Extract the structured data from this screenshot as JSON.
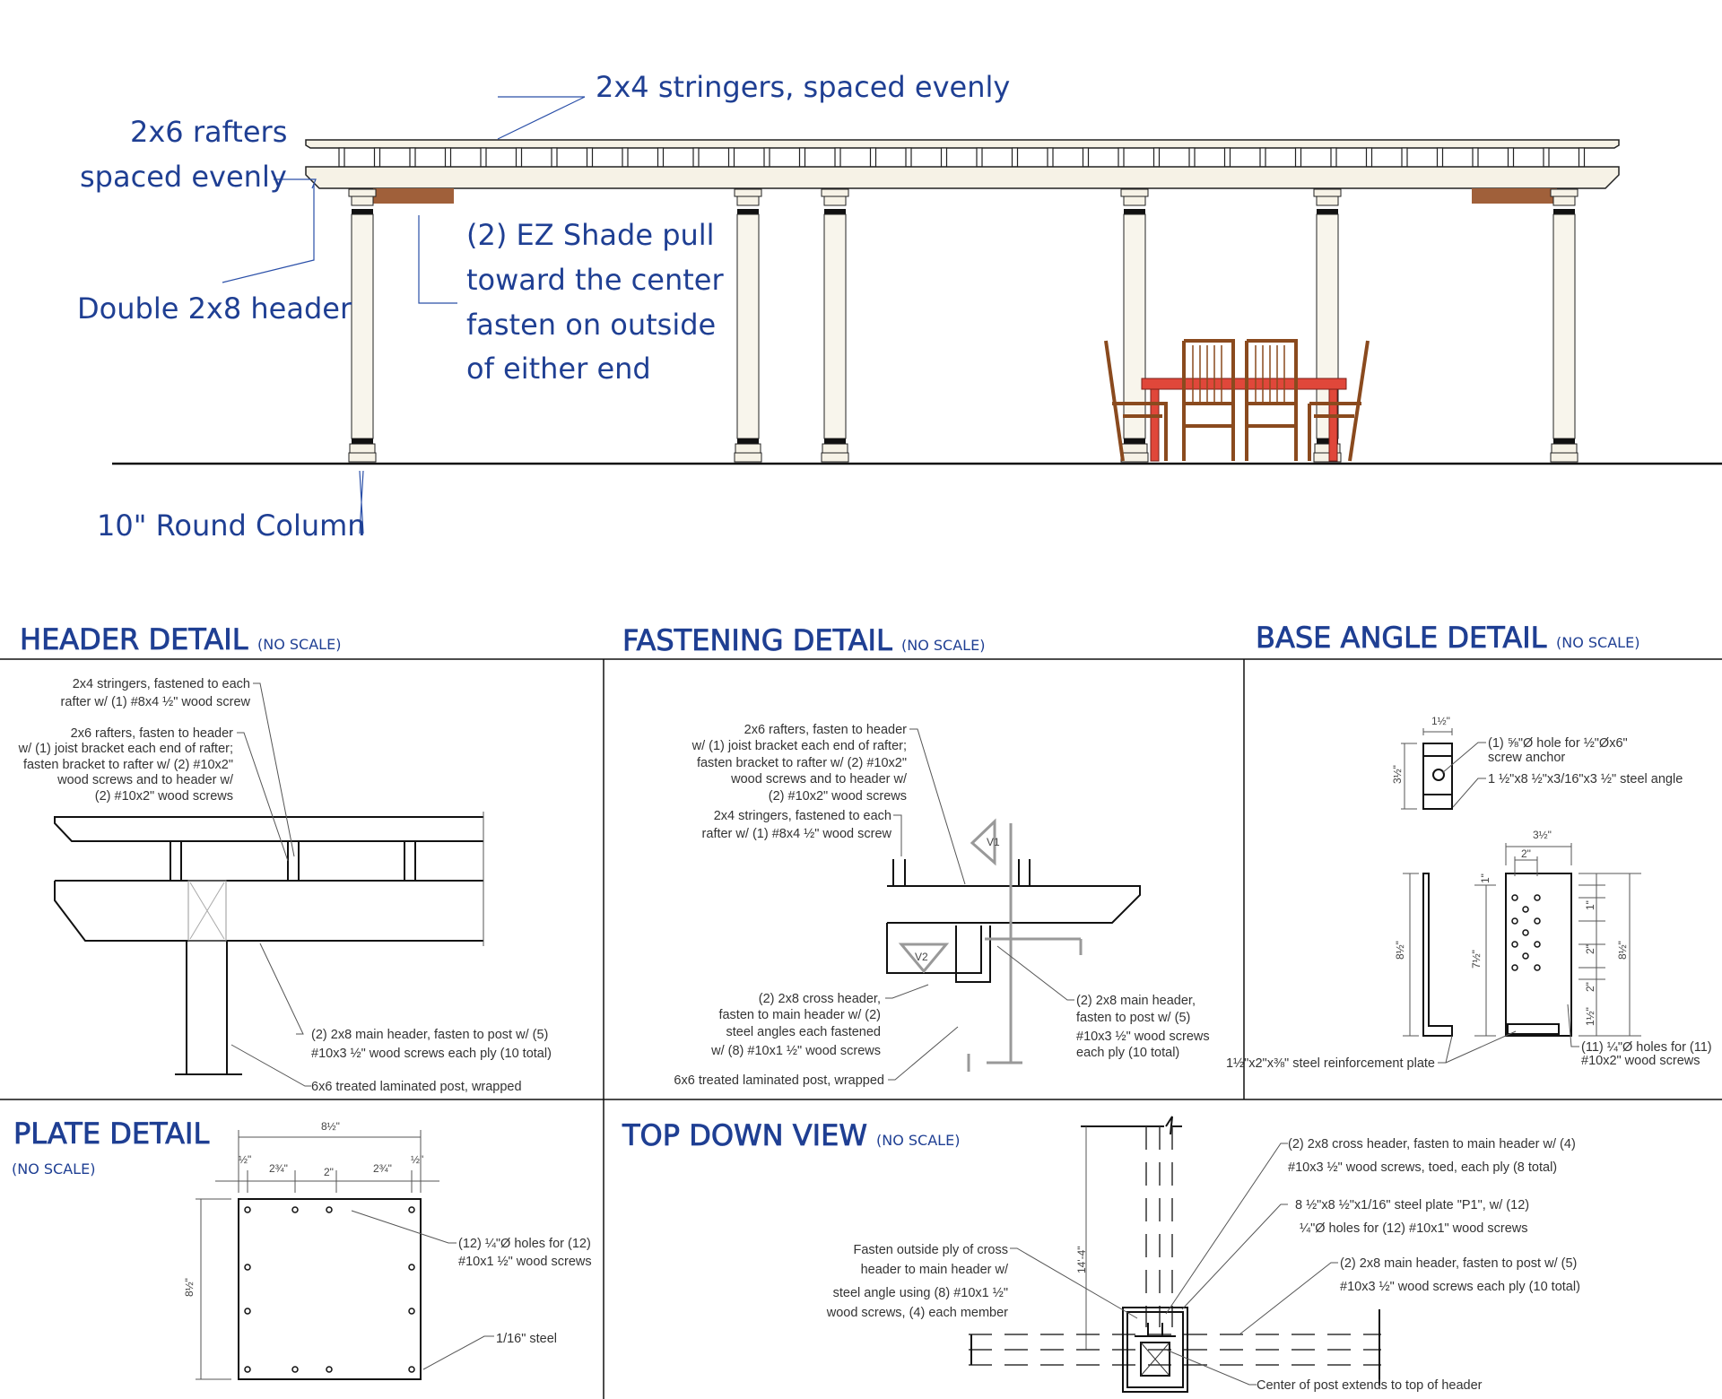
{
  "elevation": {
    "stringers_label": "2x4 stringers, spaced evenly",
    "rafters_label_1": "2x6 rafters",
    "rafters_label_2": "spaced evenly",
    "header_label": "Double 2x8 header",
    "shade_label": [
      "(2) EZ Shade pull",
      "toward the center",
      "fasten on outside",
      "of either end"
    ],
    "column_label": "10\" Round Column"
  },
  "sections": {
    "header_detail": {
      "title": "HEADER DETAIL",
      "scale": "(NO SCALE)"
    },
    "fastening_detail": {
      "title": "FASTENING DETAIL",
      "scale": "(NO SCALE)"
    },
    "base_angle_detail": {
      "title": "BASE ANGLE DETAIL",
      "scale": "(NO SCALE)"
    },
    "plate_detail": {
      "title": "PLATE DETAIL",
      "scale": "(NO SCALE)"
    },
    "top_down_view": {
      "title": "TOP DOWN VIEW",
      "scale": "(NO SCALE)"
    }
  },
  "header_detail_notes": {
    "stringers": [
      "2x4 stringers, fastened to each",
      "rafter w/ (1) #8x4 ½\" wood screw"
    ],
    "rafters": [
      "2x6 rafters, fasten to header",
      "w/ (1) joist bracket each end of rafter;",
      "fasten bracket to rafter w/ (2) #10x2\"",
      "wood screws and  to header w/",
      "(2)  #10x2\" wood screws"
    ],
    "main_header": [
      "(2) 2x8 main header, fasten to post w/ (5)",
      "#10x3 ½\" wood screws each ply (10 total)"
    ],
    "post": "6x6 treated laminated post, wrapped"
  },
  "fastening_detail_notes": {
    "rafters": [
      "2x6 rafters, fasten to header",
      "w/ (1) joist bracket each end of rafter;",
      "fasten bracket to rafter w/ (2) #10x2\"",
      "wood screws and  to header w/",
      "(2)  #10x2\" wood screws"
    ],
    "stringers": [
      "2x4 stringers, fastened to each",
      "rafter w/ (1) #8x4 ½\" wood screw"
    ],
    "cross_header": [
      "(2) 2x8 cross header,",
      "fasten to main header w/ (2)",
      "steel angles each fastened",
      "w/ (8) #10x1 ½\" wood screws"
    ],
    "post": "6x6 treated laminated post, wrapped",
    "main_header": [
      "(2) 2x8 main header,",
      "fasten to post w/ (5)",
      "#10x3 ½\" wood screws",
      "each ply (10 total)"
    ],
    "view_markers": [
      "V1",
      "V2"
    ]
  },
  "base_angle_notes": {
    "hole": [
      "(1) ⅝\"Ø hole for ½\"Øx6\"",
      "screw anchor"
    ],
    "angle": "1 ½\"x8 ½\"x3/16\"x3 ½\" steel angle",
    "plate": "1½\"x2\"x⅜\" steel reinforcement plate",
    "holes": [
      "(11) ¼\"Ø holes for (11)",
      "#10x2\" wood screws"
    ],
    "dims": {
      "top_width": "1½\"",
      "top_height": "3½\"",
      "width": "3½\"",
      "hole_spacing": "2\"",
      "side_height": "8½\"",
      "top_offset": "1\"",
      "inner_height": "7½\"",
      "right_1": "1\"",
      "right_2": "2\"",
      "right_3": "2\"",
      "right_4": "1½\"",
      "right_total": "8½\""
    }
  },
  "plate_detail_notes": {
    "holes": [
      "(12) ¼\"Ø holes for (12)",
      "#10x1 ½\" wood screws"
    ],
    "steel": "1/16\" steel",
    "dims": {
      "total_width": "8½\"",
      "edge_left": "½\"",
      "gap_1": "2¾\"",
      "gap_2": "2\"",
      "gap_3": "2¾\"",
      "edge_right": "½\"",
      "height": "8½\""
    }
  },
  "top_down_notes": {
    "cross_header": [
      "(2) 2x8 cross header, fasten to main header w/ (4)",
      "#10x3 ½\" wood screws, toed, each ply (8 total)"
    ],
    "plate": [
      "8 ½\"x8 ½\"x1/16\" steel plate \"P1\", w/ (12)",
      "¼\"Ø holes for (12) #10x1\" wood screws"
    ],
    "main_header": [
      "(2) 2x8 main header, fasten to post w/ (5)",
      "#10x3 ½\" wood screws each ply (10 total)"
    ],
    "fasten_outside": [
      "Fasten outside ply of cross",
      "header to main header w/",
      "steel angle using (8) #10x1 ½\"",
      "wood screws, (4) each member"
    ],
    "center_post": "Center of post extends to top of header",
    "span_dim": "14'-4\""
  },
  "colors": {
    "annotation_blue": "#1f3f93",
    "shade": "#a0603a",
    "table": "#e0473a",
    "chair": "#8a4a1e"
  }
}
